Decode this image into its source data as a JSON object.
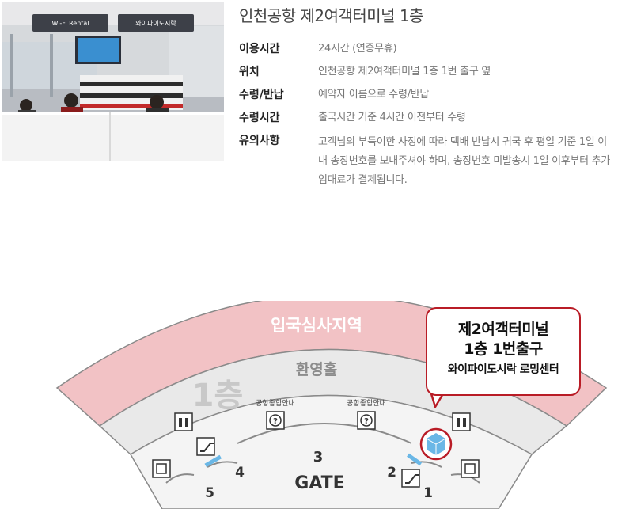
{
  "title": "인천공항 제2여객터미널 1층",
  "info": [
    {
      "label": "이용시간",
      "value": "24시간 (연중무휴)"
    },
    {
      "label": "위치",
      "value": "인천공항 제2여객터미널 1층 1번 출구 옆"
    },
    {
      "label": "수령/반납",
      "value": "예약자 이름으로 수령/반납"
    },
    {
      "label": "수령시간",
      "value": "출국시간 기준 4시간 이전부터 수령"
    },
    {
      "label": "유의사항",
      "value": "고객님의 부득이한 사정에 따라 택배 반납시 귀국 후 평일 기준 1일 이내 송장번호를 보내주셔야 하며, 송장번호 미발송시 1일 이후부터 추가 임대료가 결제됩니다."
    }
  ],
  "photo": {
    "sign_left": "Wi-Fi Rental",
    "sign_right": "와이파이도시락"
  },
  "map": {
    "immigration_area": "입국심사지역",
    "arrival_hall": "환영홀",
    "floor_label": "1층",
    "info_desk_left": "공항종합안내",
    "info_desk_right": "공항종합안내",
    "gate_label": "GATE",
    "gates": [
      "1",
      "2",
      "3",
      "4",
      "5"
    ],
    "callout": {
      "line1": "제2여객터미널",
      "line2": "1층 1번출구",
      "line3": "와이파이도시락 로밍센터"
    },
    "colors": {
      "immigration": "#f2c2c5",
      "accent": "#b91c26",
      "hall": "#e9e9e9",
      "marker": "#6ab7e6"
    }
  }
}
